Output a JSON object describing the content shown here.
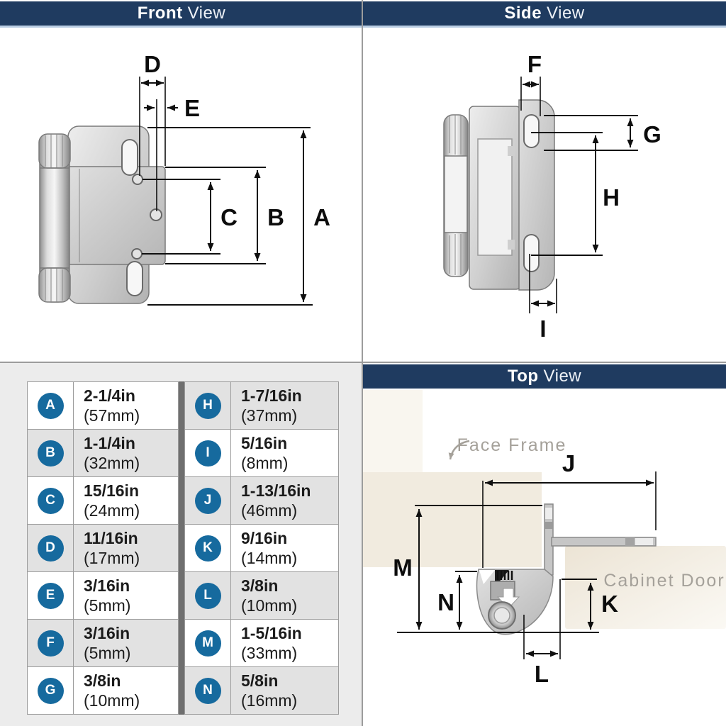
{
  "colors": {
    "header_bg": "#1f3b60",
    "accent_line": "#b9cde3",
    "badge_blue": "#166a9e",
    "row_gray": "#e2e2e2",
    "panel_gray": "#ececec",
    "beige": "#f1ebdf",
    "beige_light": "#f9f6ef",
    "label_gray": "#a5a19a"
  },
  "headers": {
    "front": {
      "bold": "Front",
      "light": "View"
    },
    "side": {
      "bold": "Side",
      "light": "View"
    },
    "top": {
      "bold": "Top",
      "light": "View"
    }
  },
  "front_view": {
    "labels": {
      "A": "A",
      "B": "B",
      "C": "C",
      "D": "D",
      "E": "E"
    }
  },
  "side_view": {
    "labels": {
      "F": "F",
      "G": "G",
      "H": "H",
      "I": "I"
    }
  },
  "top_view": {
    "labels": {
      "J": "J",
      "K": "K",
      "L": "L",
      "M": "M",
      "N": "N"
    },
    "annotations": {
      "face_frame": "Face Frame",
      "cabinet_door": "Cabinet Door"
    }
  },
  "table": {
    "rows": [
      {
        "letter": "A",
        "inches": "2-1/4in",
        "mm": "(57mm)"
      },
      {
        "letter": "B",
        "inches": "1-1/4in",
        "mm": "(32mm)"
      },
      {
        "letter": "C",
        "inches": "15/16in",
        "mm": "(24mm)"
      },
      {
        "letter": "D",
        "inches": "11/16in",
        "mm": "(17mm)"
      },
      {
        "letter": "E",
        "inches": "3/16in",
        "mm": "(5mm)"
      },
      {
        "letter": "F",
        "inches": "3/16in",
        "mm": "(5mm)"
      },
      {
        "letter": "G",
        "inches": "3/8in",
        "mm": "(10mm)"
      },
      {
        "letter": "H",
        "inches": "1-7/16in",
        "mm": "(37mm)"
      },
      {
        "letter": "I",
        "inches": "5/16in",
        "mm": "(8mm)"
      },
      {
        "letter": "J",
        "inches": "1-13/16in",
        "mm": "(46mm)"
      },
      {
        "letter": "K",
        "inches": "9/16in",
        "mm": "(14mm)"
      },
      {
        "letter": "L",
        "inches": "3/8in",
        "mm": "(10mm)"
      },
      {
        "letter": "M",
        "inches": "1-5/16in",
        "mm": "(33mm)"
      },
      {
        "letter": "N",
        "inches": "5/8in",
        "mm": "(16mm)"
      }
    ]
  }
}
